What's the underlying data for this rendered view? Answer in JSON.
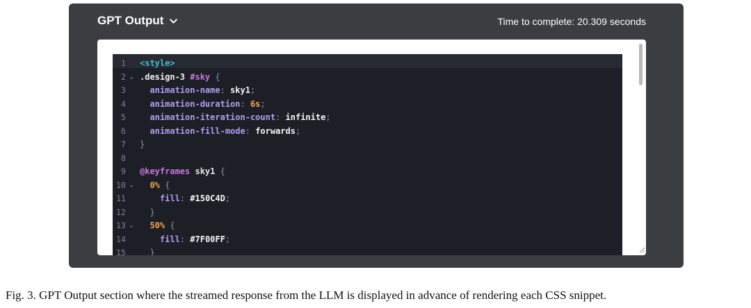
{
  "panel": {
    "title": "GPT Output",
    "title_icon": "chevron-down-icon",
    "time_label": "Time to complete: 20.309 seconds"
  },
  "code": {
    "lines": [
      {
        "n": "1",
        "fold": false,
        "tokens": [
          [
            "tag",
            "<style>"
          ]
        ]
      },
      {
        "n": "2",
        "fold": true,
        "tokens": [
          [
            "sel",
            ".design-3 "
          ],
          [
            "idsel",
            "#sky"
          ],
          [
            "sel",
            " "
          ],
          [
            "punct",
            "{"
          ]
        ]
      },
      {
        "n": "3",
        "fold": false,
        "tokens": [
          [
            "sel",
            "  "
          ],
          [
            "prop",
            "animation-name"
          ],
          [
            "punct",
            ": "
          ],
          [
            "val",
            "sky1"
          ],
          [
            "punct",
            ";"
          ]
        ]
      },
      {
        "n": "4",
        "fold": false,
        "tokens": [
          [
            "sel",
            "  "
          ],
          [
            "prop",
            "animation-duration"
          ],
          [
            "punct",
            ": "
          ],
          [
            "num",
            "6s"
          ],
          [
            "punct",
            ";"
          ]
        ]
      },
      {
        "n": "5",
        "fold": false,
        "tokens": [
          [
            "sel",
            "  "
          ],
          [
            "prop",
            "animation-iteration-count"
          ],
          [
            "punct",
            ": "
          ],
          [
            "val",
            "infinite"
          ],
          [
            "punct",
            ";"
          ]
        ]
      },
      {
        "n": "6",
        "fold": false,
        "tokens": [
          [
            "sel",
            "  "
          ],
          [
            "prop",
            "animation-fill-mode"
          ],
          [
            "punct",
            ": "
          ],
          [
            "val",
            "forwards"
          ],
          [
            "punct",
            ";"
          ]
        ]
      },
      {
        "n": "7",
        "fold": false,
        "tokens": [
          [
            "punct",
            "}"
          ]
        ]
      },
      {
        "n": "8",
        "fold": false,
        "tokens": []
      },
      {
        "n": "9",
        "fold": false,
        "tokens": [
          [
            "at",
            "@keyframes "
          ],
          [
            "name",
            "sky1 "
          ],
          [
            "punct",
            "{"
          ]
        ]
      },
      {
        "n": "10",
        "fold": true,
        "tokens": [
          [
            "sel",
            "  "
          ],
          [
            "pct",
            "0%"
          ],
          [
            "sel",
            " "
          ],
          [
            "punct",
            "{"
          ]
        ]
      },
      {
        "n": "11",
        "fold": false,
        "tokens": [
          [
            "sel",
            "    "
          ],
          [
            "prop",
            "fill"
          ],
          [
            "punct",
            ": "
          ],
          [
            "hex",
            "#150C4D"
          ],
          [
            "punct",
            ";"
          ]
        ]
      },
      {
        "n": "12",
        "fold": false,
        "tokens": [
          [
            "sel",
            "  "
          ],
          [
            "punct",
            "}"
          ]
        ]
      },
      {
        "n": "13",
        "fold": true,
        "tokens": [
          [
            "sel",
            "  "
          ],
          [
            "pct",
            "50%"
          ],
          [
            "sel",
            " "
          ],
          [
            "punct",
            "{"
          ]
        ]
      },
      {
        "n": "14",
        "fold": false,
        "tokens": [
          [
            "sel",
            "    "
          ],
          [
            "prop",
            "fill"
          ],
          [
            "punct",
            ": "
          ],
          [
            "hex",
            "#7F00FF"
          ],
          [
            "punct",
            ";"
          ]
        ]
      },
      {
        "n": "15",
        "fold": false,
        "tokens": [
          [
            "sel",
            "  "
          ],
          [
            "punct",
            "}"
          ]
        ]
      }
    ]
  },
  "caption": "Fig. 3.  GPT Output section where the streamed response from the LLM is displayed in advance of rendering each CSS snippet."
}
